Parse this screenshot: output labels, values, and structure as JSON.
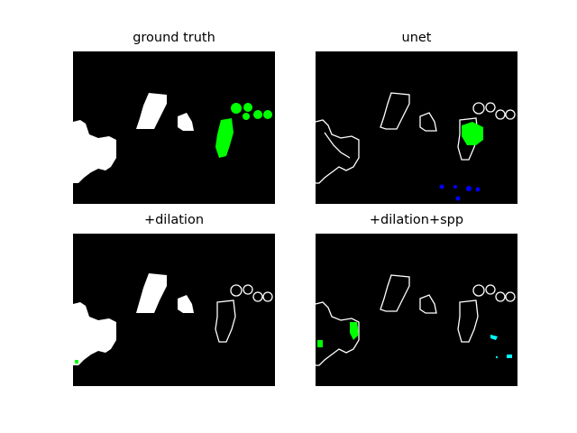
{
  "panels": [
    {
      "title": "ground truth"
    },
    {
      "title": "unet"
    },
    {
      "title": "+dilation"
    },
    {
      "title": "+dilation+spp"
    }
  ],
  "colors": {
    "background": "#000000",
    "mask": "#ffffff",
    "green": "#00ff00",
    "blue": "#0000ff",
    "cyan": "#00ffff"
  }
}
